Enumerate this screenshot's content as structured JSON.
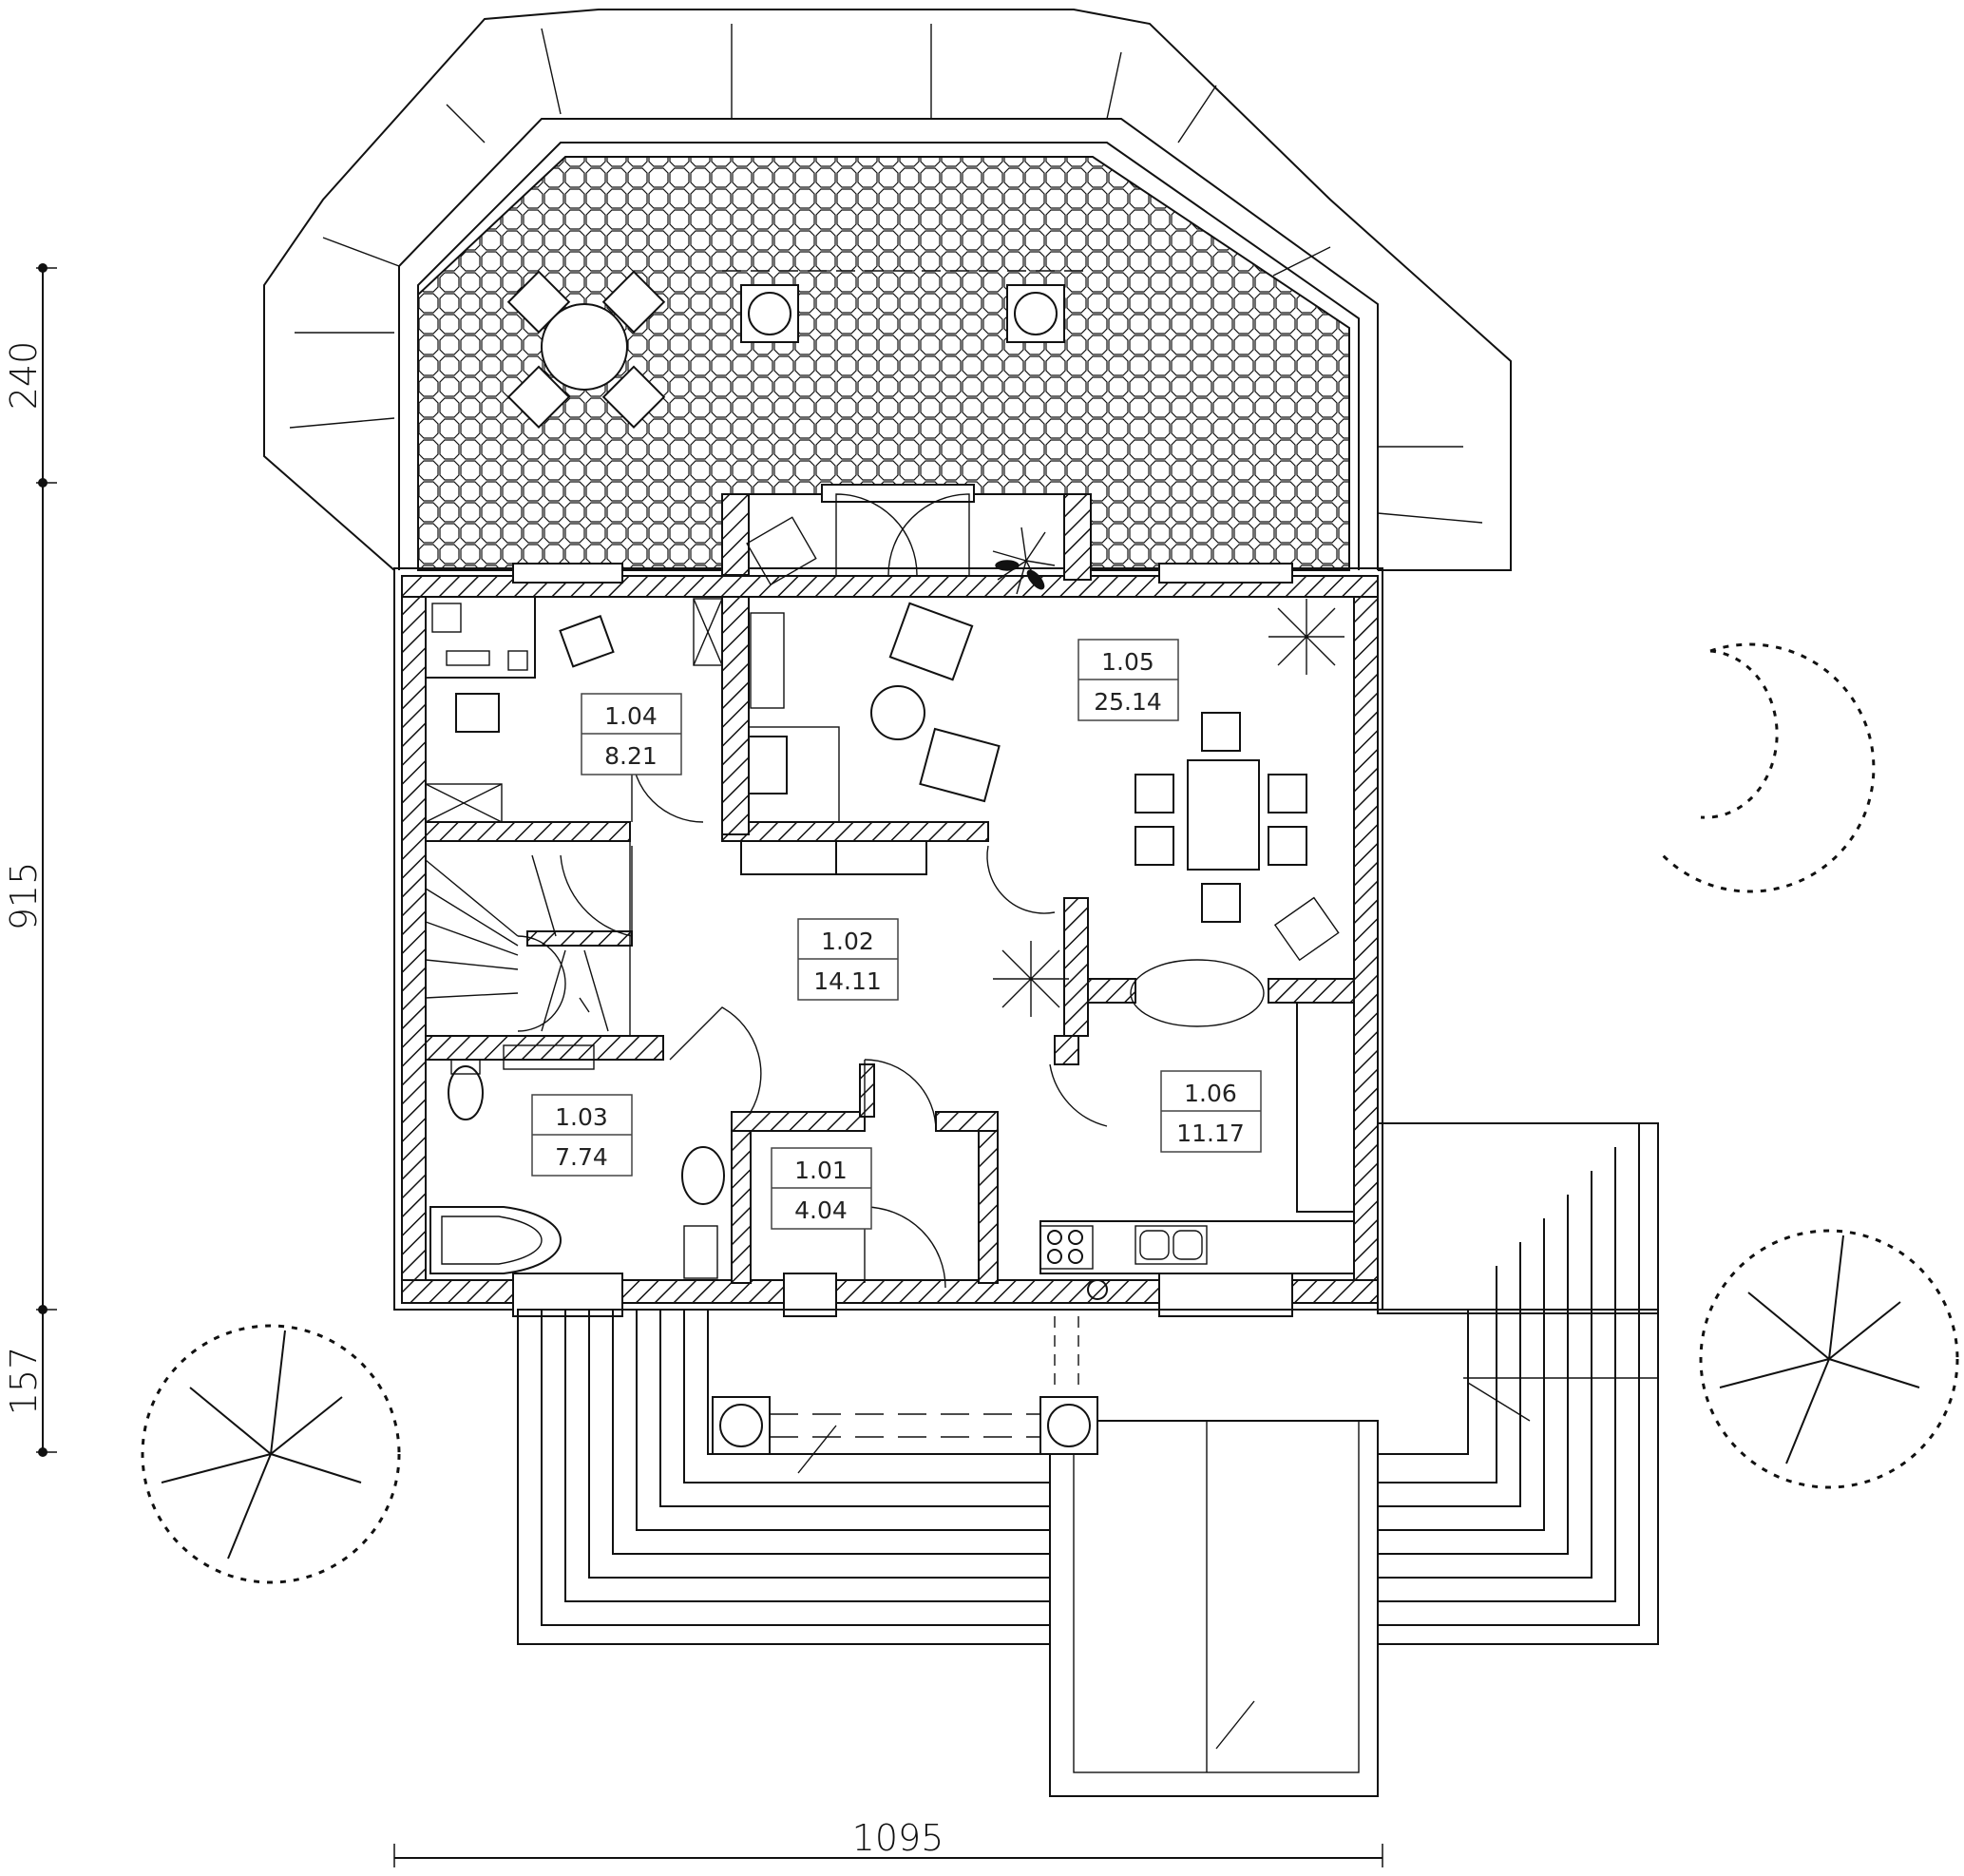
{
  "dimensions": {
    "top_segment": "240",
    "middle_segment": "915",
    "bottom_segment": "157",
    "width": "1095"
  },
  "rooms": [
    {
      "id": "1.01",
      "area": "4.04"
    },
    {
      "id": "1.02",
      "area": "14.11"
    },
    {
      "id": "1.03",
      "area": "7.74"
    },
    {
      "id": "1.04",
      "area": "8.21"
    },
    {
      "id": "1.05",
      "area": "25.14"
    },
    {
      "id": "1.06",
      "area": "11.17"
    }
  ]
}
